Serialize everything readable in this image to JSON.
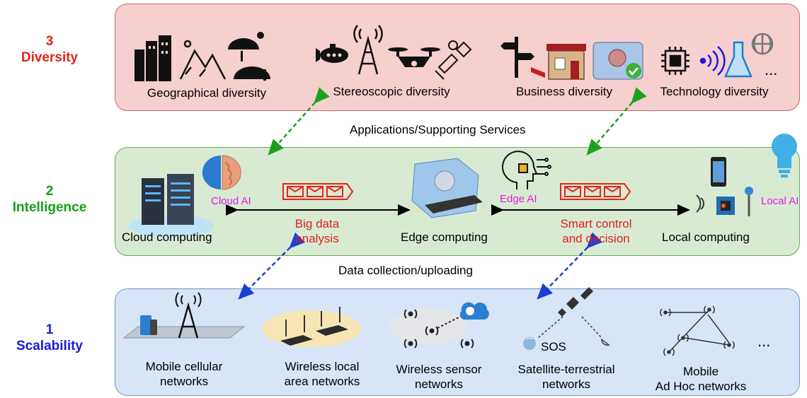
{
  "layers": {
    "diversity": {
      "number": "3",
      "title": "Diversity",
      "color": "#e8231c",
      "items": [
        "Geographical  diversity",
        "Stereoscopic diversity",
        "Business diversity",
        "Technology diversity"
      ],
      "ellipsis": "..."
    },
    "intelligence": {
      "number": "2",
      "title": "Intelligence",
      "color": "#16a11a",
      "cloud": {
        "label": "Cloud computing",
        "ai": "Cloud AI"
      },
      "edge": {
        "label": "Edge computing",
        "ai": "Edge AI"
      },
      "local": {
        "label": "Local computing",
        "ai": "Local AI"
      },
      "bigdata": [
        "Big data",
        "analysis"
      ],
      "smart": [
        "Smart control",
        "and decision"
      ]
    },
    "scalability": {
      "number": "1",
      "title": "Scalability",
      "color": "#1a1ae0",
      "items": [
        [
          "Mobile cellular",
          "networks"
        ],
        [
          "Wireless local",
          "area networks"
        ],
        [
          "Wireless sensor",
          "networks"
        ],
        [
          "Satellite-terrestrial",
          "networks"
        ],
        [
          "Mobile",
          "Ad Hoc networks"
        ]
      ],
      "sos": "SOS",
      "ellipsis": "..."
    }
  },
  "between": {
    "top": "Applications/Supporting Services",
    "bottom": "Data collection/uploading"
  }
}
